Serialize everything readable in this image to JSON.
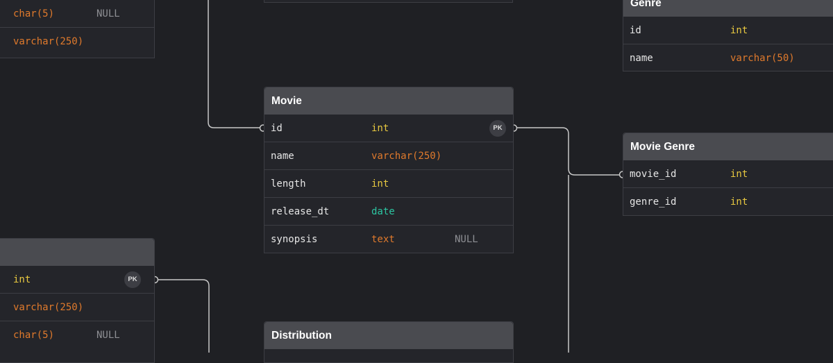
{
  "colors": {
    "background": "#1f2024",
    "header": "#4a4b50",
    "type_int": "#e8c840",
    "type_string": "#e07a2c",
    "type_date": "#2cc6a2",
    "null": "#8e8f94",
    "connector": "#c8c8c8"
  },
  "tables": {
    "top_left": {
      "rows": [
        {
          "type": "char(5)",
          "null": "NULL"
        },
        {
          "type": "varchar(250)"
        }
      ]
    },
    "genre": {
      "title": "Genre",
      "rows": [
        {
          "name": "id",
          "type": "int"
        },
        {
          "name": "name",
          "type": "varchar(50)"
        }
      ]
    },
    "movie": {
      "title": "Movie",
      "pk_badge": "PK",
      "rows": [
        {
          "name": "id",
          "type": "int"
        },
        {
          "name": "name",
          "type": "varchar(250)"
        },
        {
          "name": "length",
          "type": "int"
        },
        {
          "name": "release_dt",
          "type": "date"
        },
        {
          "name": "synopsis",
          "type": "text",
          "null": "NULL"
        }
      ]
    },
    "movie_genre": {
      "title": "Movie Genre",
      "rows": [
        {
          "name": "movie_id",
          "type": "int"
        },
        {
          "name": "genre_id",
          "type": "int"
        }
      ]
    },
    "bottom_left": {
      "title": "",
      "pk_badge": "PK",
      "rows": [
        {
          "type": "int"
        },
        {
          "type": "varchar(250)"
        },
        {
          "type": "char(5)",
          "null": "NULL"
        }
      ]
    },
    "distribution": {
      "title": "Distribution"
    }
  }
}
